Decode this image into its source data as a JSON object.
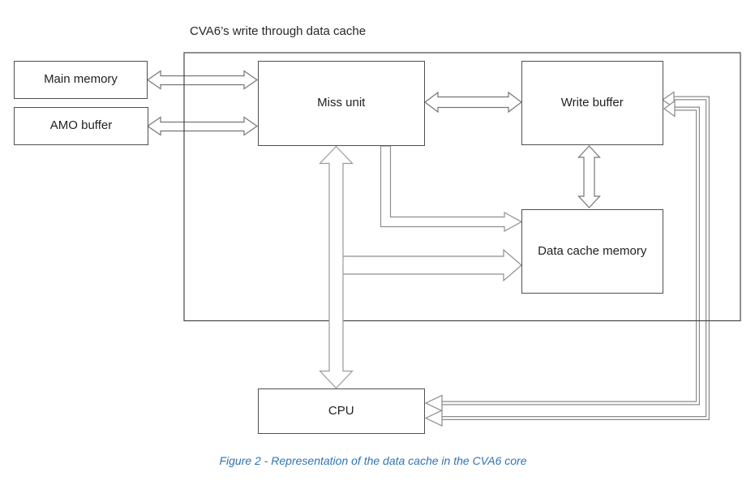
{
  "figure": {
    "title": "CVA6’s write through data cache",
    "caption": "Figure 2 - Representation of the data cache in the CVA6 core"
  },
  "blocks": {
    "main_memory": {
      "label": "Main memory"
    },
    "amo_buffer": {
      "label": "AMO buffer"
    },
    "miss_unit": {
      "label": "Miss unit"
    },
    "write_buffer": {
      "label": "Write buffer"
    },
    "data_cache_memory": {
      "label": "Data cache memory"
    },
    "cpu": {
      "label": "CPU"
    }
  },
  "connections": [
    {
      "between": [
        "Main memory",
        "Miss unit"
      ],
      "heads": "both-ends"
    },
    {
      "between": [
        "AMO buffer",
        "Miss unit"
      ],
      "heads": "both-ends"
    },
    {
      "between": [
        "Miss unit",
        "Write buffer"
      ],
      "heads": "both-ends"
    },
    {
      "between": [
        "Write buffer",
        "Data cache memory"
      ],
      "heads": "both-ends"
    },
    {
      "between": [
        "Miss unit",
        "CPU"
      ],
      "heads": "both-ends"
    },
    {
      "from": "Miss unit",
      "to": "Data cache memory",
      "heads": "single-end"
    },
    {
      "from": "CPU/Miss unit path",
      "to": "Data cache memory",
      "heads": "single-end"
    },
    {
      "between": [
        "Write buffer",
        "CPU"
      ],
      "heads": "both-ends",
      "route": "right-side outer"
    },
    {
      "between": [
        "Write buffer",
        "CPU"
      ],
      "heads": "both-ends",
      "route": "right-side inner"
    }
  ],
  "colors": {
    "background": "#ffffff",
    "box_border": "#4f4f4f",
    "outer_box_border": "#454545",
    "arrow_outline": "#7f7f7f",
    "text": "#1f1f1f",
    "caption": "#2E74B5"
  }
}
